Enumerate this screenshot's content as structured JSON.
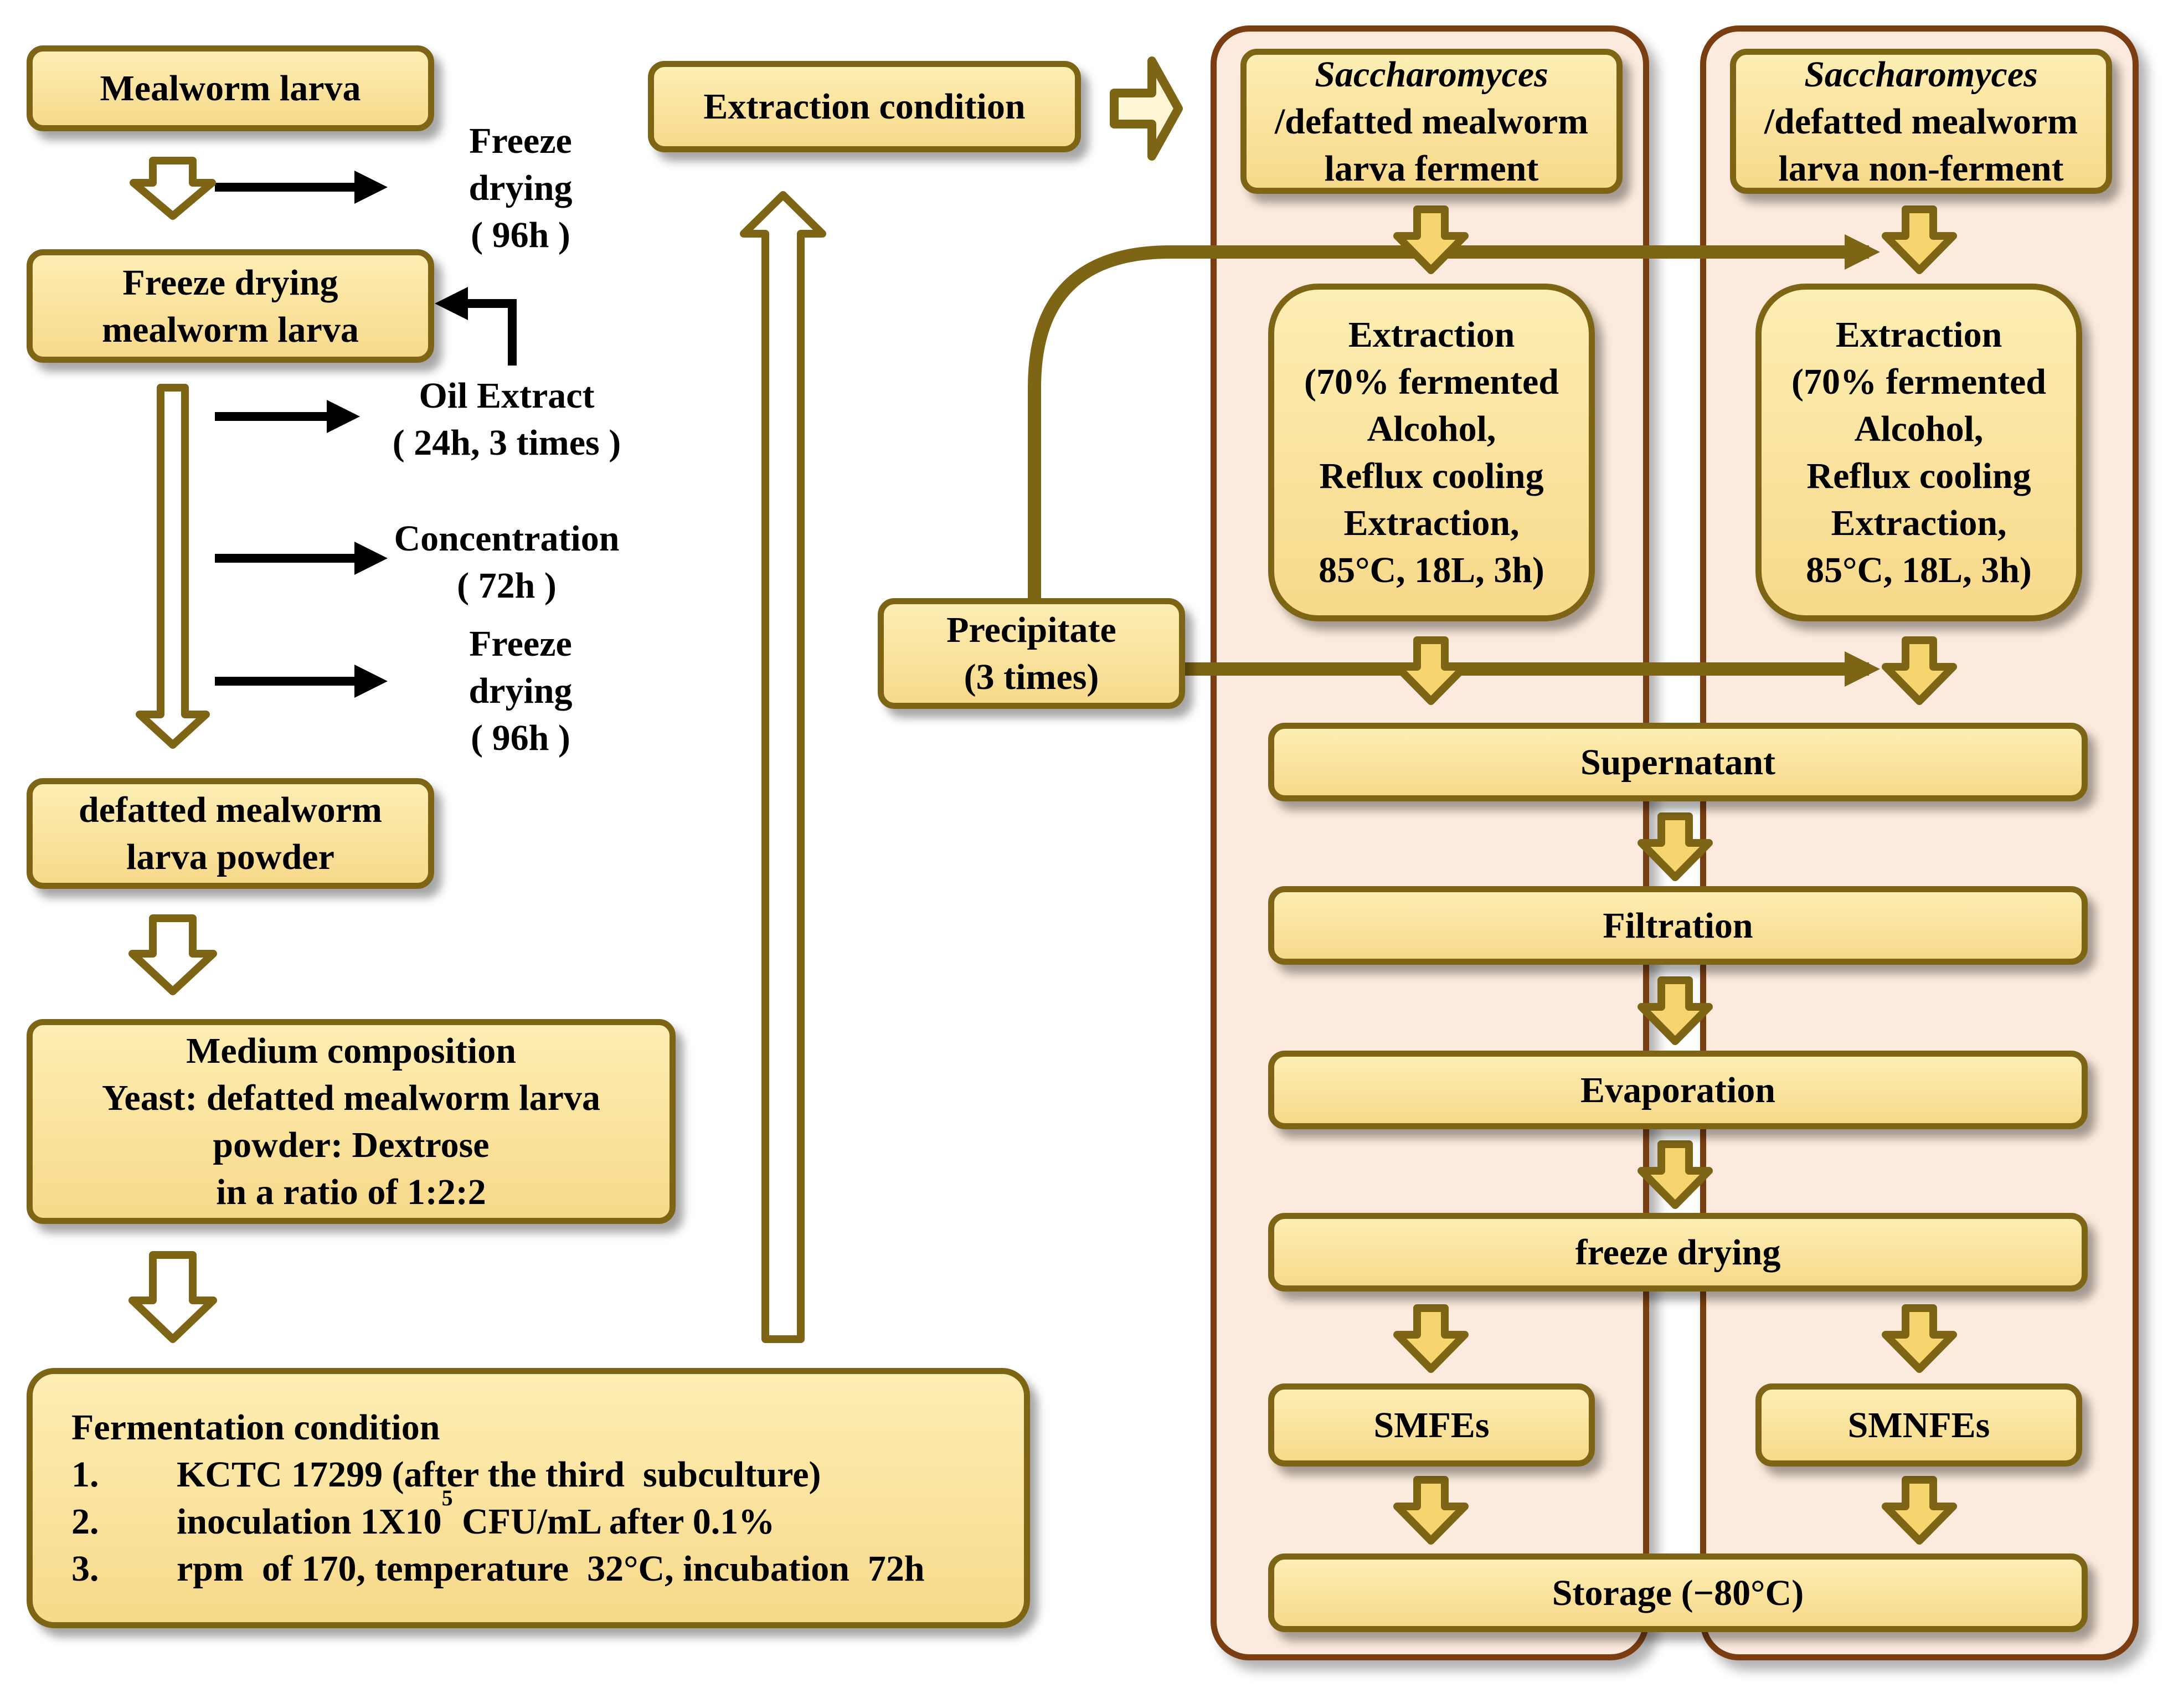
{
  "colors": {
    "box_fill": "#f7d98a",
    "box_border": "#7e6516",
    "lane_fill": "#fbeadd",
    "lane_border": "#7a3e12",
    "arrow_stroke": "#7e6516",
    "arrow_fill": "#ffffff",
    "flow_line": "#7e6516",
    "step_arrow": "#000000"
  },
  "left_flow": {
    "mealworm_larva": "Mealworm larva",
    "freeze_drying_box": {
      "line1": "Freeze drying",
      "line2": "mealworm larva"
    },
    "freeze_drying_step1": {
      "line1": "Freeze",
      "line2": "drying",
      "line3": "( 96h )"
    },
    "oil_extract": {
      "line1": "Oil Extract",
      "line2": "( 24h, 3 times )"
    },
    "concentration": {
      "line1": "Concentration",
      "line2": "( 72h )"
    },
    "freeze_drying_step2": {
      "line1": "Freeze",
      "line2": "drying",
      "line3": "( 96h )"
    },
    "defatted_powder": {
      "line1": "defatted mealworm",
      "line2": "larva powder"
    },
    "medium_composition": {
      "line1": "Medium composition",
      "line2": "Yeast: defatted mealworm larva",
      "line3": "powder: Dextrose",
      "line4": "in a ratio of 1:2:2"
    },
    "fermentation_condition": {
      "title": "Fermentation condition",
      "items": [
        {
          "num": "1.",
          "text": "KCTC 17299 (after the third  subculture)"
        },
        {
          "num": "2.",
          "text_before": "inoculation 1X10",
          "sup": "5",
          "text_after": " CFU/mL after 0.1%"
        },
        {
          "num": "3.",
          "text": "rpm  of 170, temperature  32°C, incubation  72h"
        }
      ]
    }
  },
  "extraction_condition": "Extraction condition",
  "lane_ferment": {
    "title_italic": "Saccharomyces",
    "title_line2": "/defatted mealworm",
    "title_line3": "larva ferment",
    "extraction": [
      "Extraction",
      "(70% fermented",
      "Alcohol,",
      "Reflux cooling",
      "Extraction,",
      "85°C, 18L, 3h)"
    ],
    "product": "SMFEs"
  },
  "lane_nonferment": {
    "title_italic": "Saccharomyces",
    "title_line2": "/defatted mealworm",
    "title_line3": "larva non-ferment",
    "extraction": [
      "Extraction",
      "(70% fermented",
      "Alcohol,",
      "Reflux cooling",
      "Extraction,",
      "85°C, 18L, 3h)"
    ],
    "product": "SMNFEs"
  },
  "precipitate": {
    "line1": "Precipitate",
    "line2": "(3 times)"
  },
  "shared_steps": {
    "supernatant": "Supernatant",
    "filtration": "Filtration",
    "evaporation": "Evaporation",
    "freeze_drying": "freeze drying",
    "storage": "Storage (−80°C)"
  }
}
